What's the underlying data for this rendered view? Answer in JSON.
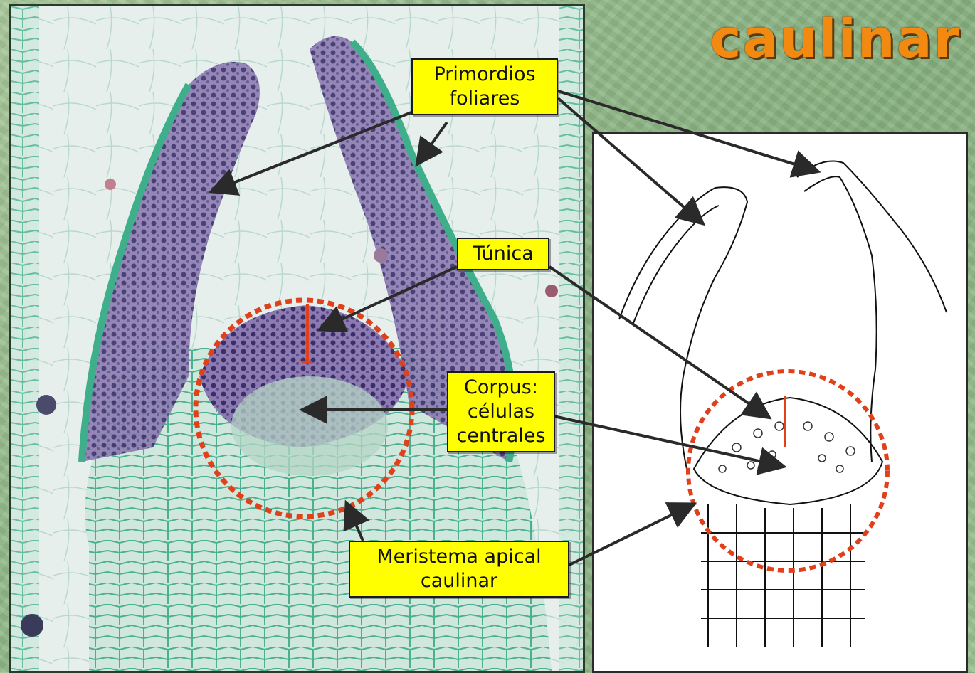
{
  "title": "caulinar",
  "labels": {
    "primordios": [
      "Primordios",
      "foliares"
    ],
    "tunica": [
      "Túnica"
    ],
    "corpus": [
      "Corpus:",
      "células",
      "centrales"
    ],
    "meristema": [
      "Meristema apical",
      "caulinar"
    ]
  },
  "colors": {
    "label_bg": "#ffff00",
    "title": "#f28a12",
    "dotted_circle": "#e0401a"
  }
}
